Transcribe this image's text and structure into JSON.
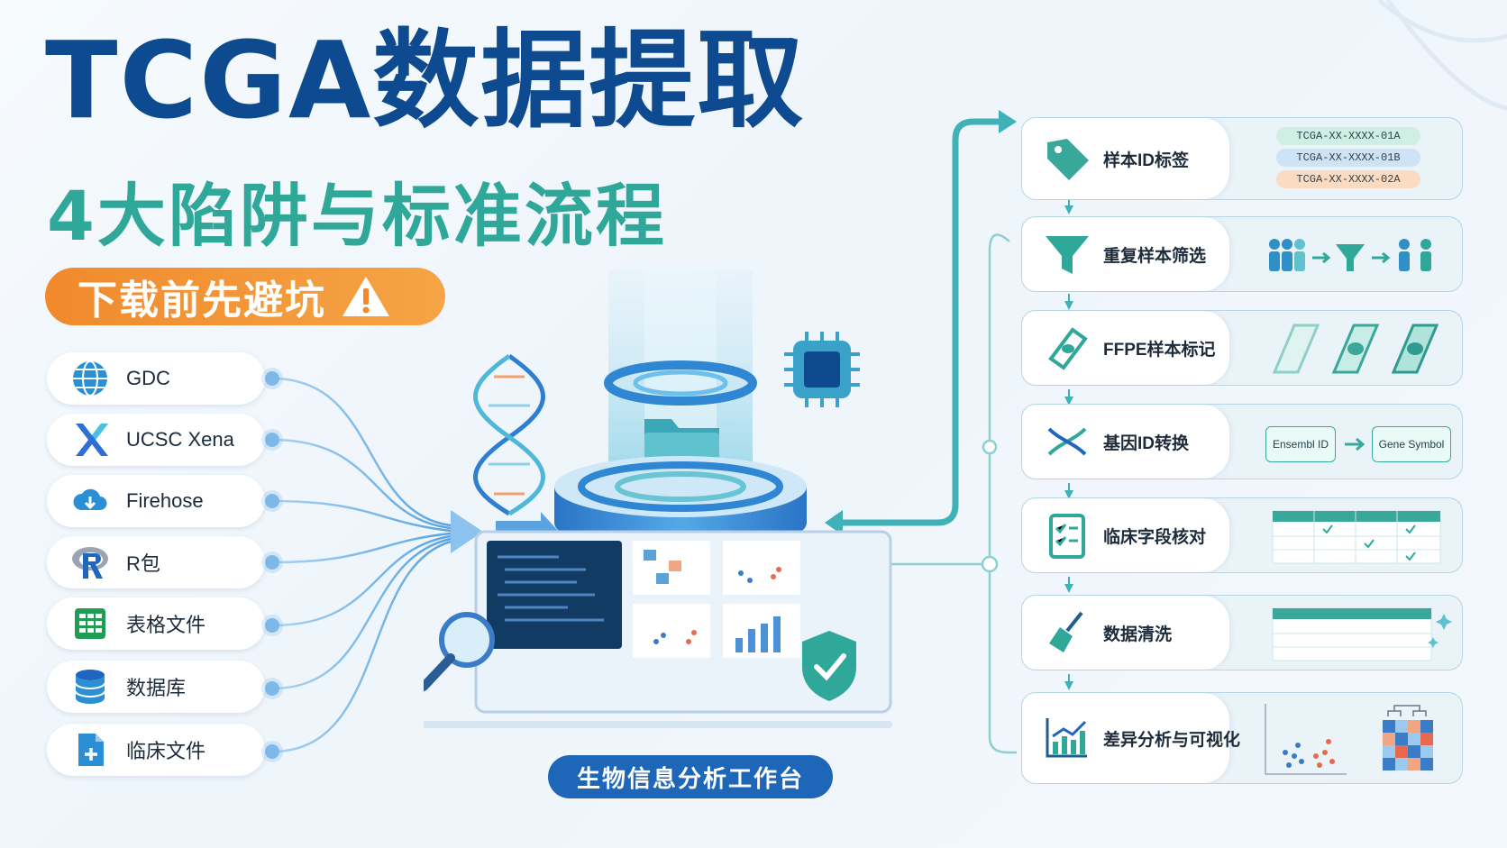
{
  "title": "TCGA数据提取",
  "subtitle": "4大陷阱与标准流程",
  "warning": "下载前先避坑",
  "sources": [
    "GDC",
    "UCSC Xena",
    "Firehose",
    "R包",
    "表格文件",
    "数据库",
    "临床文件"
  ],
  "platform": "生物信息分析工作台",
  "steps": [
    {
      "label": "样本ID标签",
      "icon": "tag-icon"
    },
    {
      "label": "重复样本筛选",
      "icon": "funnel-icon"
    },
    {
      "label": "FFPE样本标记",
      "icon": "tissue-slide-icon"
    },
    {
      "label": "基因ID转换",
      "icon": "dna-icon"
    },
    {
      "label": "临床字段核对",
      "icon": "checklist-icon"
    },
    {
      "label": "数据清洗",
      "icon": "broom-icon"
    },
    {
      "label": "差异分析与可视化",
      "icon": "chart-icon"
    }
  ],
  "sample_ids": [
    "TCGA-XX-XXXX-01A",
    "TCGA-XX-XXXX-01B",
    "TCGA-XX-XXXX-02A"
  ],
  "gene_id_from": "Ensembl ID",
  "gene_id_to": "Gene Symbol",
  "colors": {
    "navy": "#0d4a8f",
    "teal": "#2fa89a",
    "orange": "#f08a2c",
    "blue": "#1d66b8"
  }
}
